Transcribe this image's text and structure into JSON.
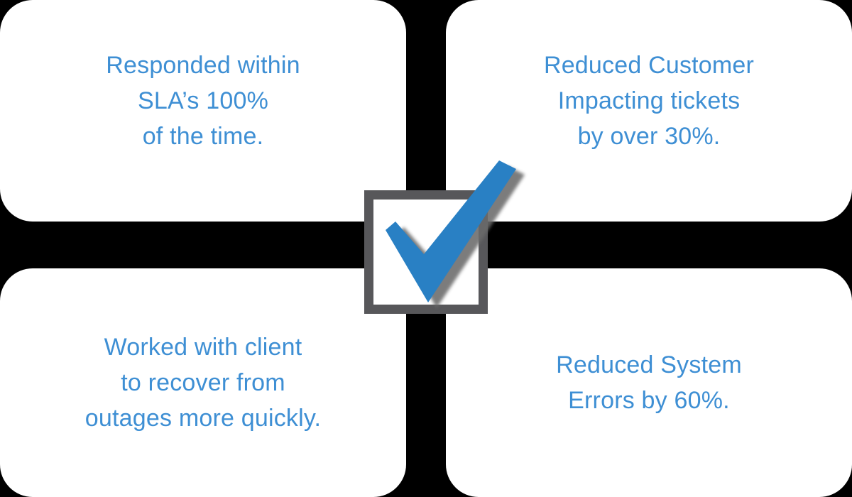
{
  "diagram": {
    "background_color": "#000000",
    "card_color": "#ffffff",
    "text_color": "#3E8FD4",
    "center_icon": {
      "name": "checkmark-in-square",
      "square_border_color": "#57575A",
      "check_color": "#2980C4",
      "shadow_color": "#6B6B6B"
    },
    "cards": {
      "top_left": {
        "lines": [
          "Responded within",
          "SLA’s 100%",
          "of the time."
        ]
      },
      "top_right": {
        "lines": [
          "Reduced Customer",
          "Impacting tickets",
          "by over 30%."
        ]
      },
      "bottom_left": {
        "lines": [
          "Worked with client",
          "to recover from",
          "outages more quickly."
        ]
      },
      "bottom_right": {
        "lines": [
          "Reduced System",
          "Errors by 60%."
        ]
      }
    }
  }
}
